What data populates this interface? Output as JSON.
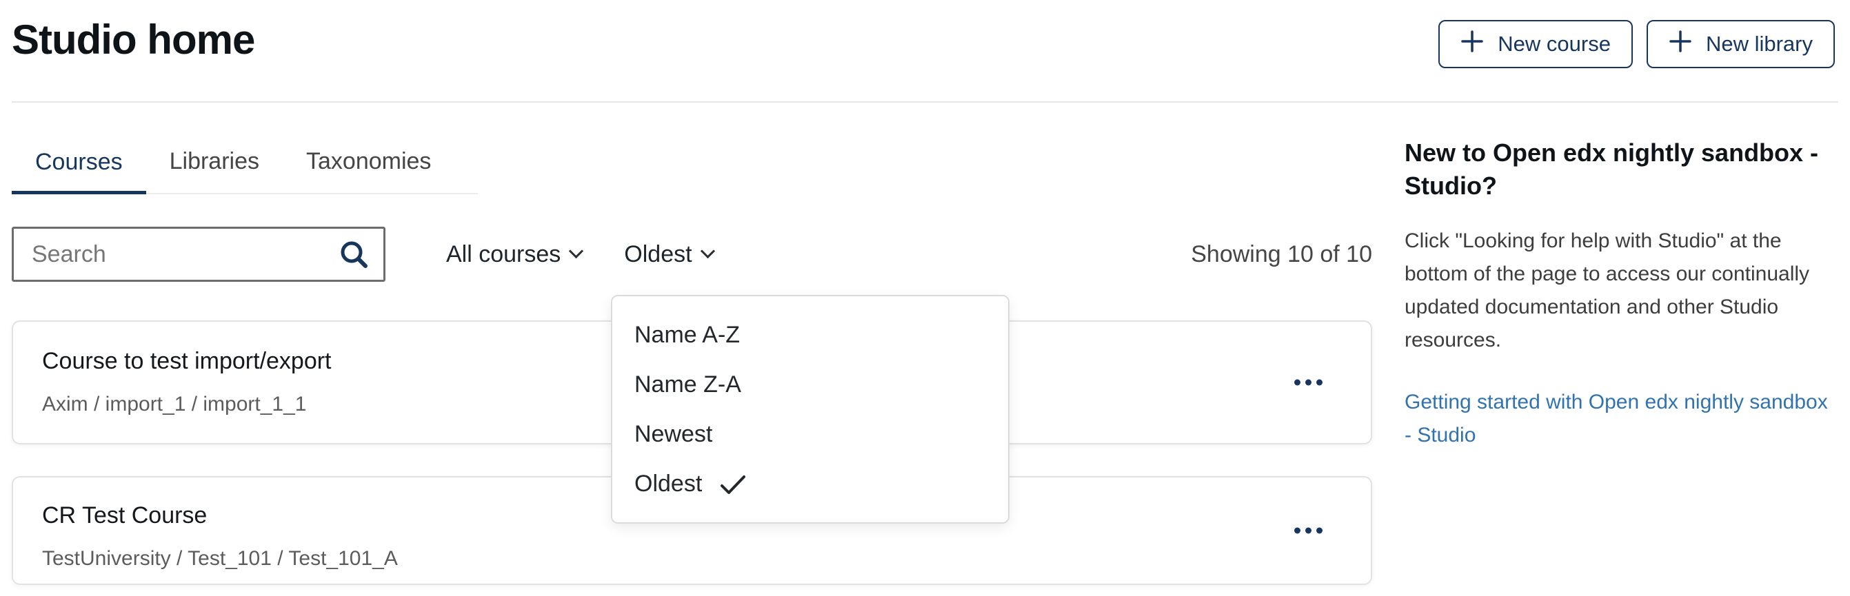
{
  "header": {
    "title": "Studio home",
    "actions": {
      "new_course": "New course",
      "new_library": "New library"
    }
  },
  "tabs": {
    "items": [
      {
        "label": "Courses",
        "active": true
      },
      {
        "label": "Libraries",
        "active": false
      },
      {
        "label": "Taxonomies",
        "active": false
      }
    ]
  },
  "toolbar": {
    "search": {
      "placeholder": "Search",
      "value": ""
    },
    "org_filter": {
      "selected": "All courses"
    },
    "sort": {
      "selected": "Oldest"
    },
    "showing": "Showing 10 of 10"
  },
  "sort_menu": {
    "items": [
      {
        "label": "Name A-Z",
        "selected": false
      },
      {
        "label": "Name Z-A",
        "selected": false
      },
      {
        "label": "Newest",
        "selected": false
      },
      {
        "label": "Oldest",
        "selected": true
      }
    ]
  },
  "courses": [
    {
      "title": "Course to test import/export",
      "org_path": "Axim / import_1 / import_1_1"
    },
    {
      "title": "CR Test Course",
      "org_path": "TestUniversity / Test_101 / Test_101_A"
    }
  ],
  "help_panel": {
    "heading": "New to Open edx nightly sandbox - Studio?",
    "body": "Click \"Looking for help with Studio\" at the bottom of the page to access our continually updated documentation and other Studio resources.",
    "link": "Getting started with Open edx nightly sandbox - Studio"
  },
  "icons": {
    "plus": "plus-icon",
    "search": "search-icon",
    "chevron_down": "chevron-down-icon",
    "check": "check-icon",
    "ellipsis": "ellipsis-horizontal-icon"
  },
  "colors": {
    "primary": "#17365D",
    "link": "#3073B0",
    "muted_text": "#454545"
  }
}
